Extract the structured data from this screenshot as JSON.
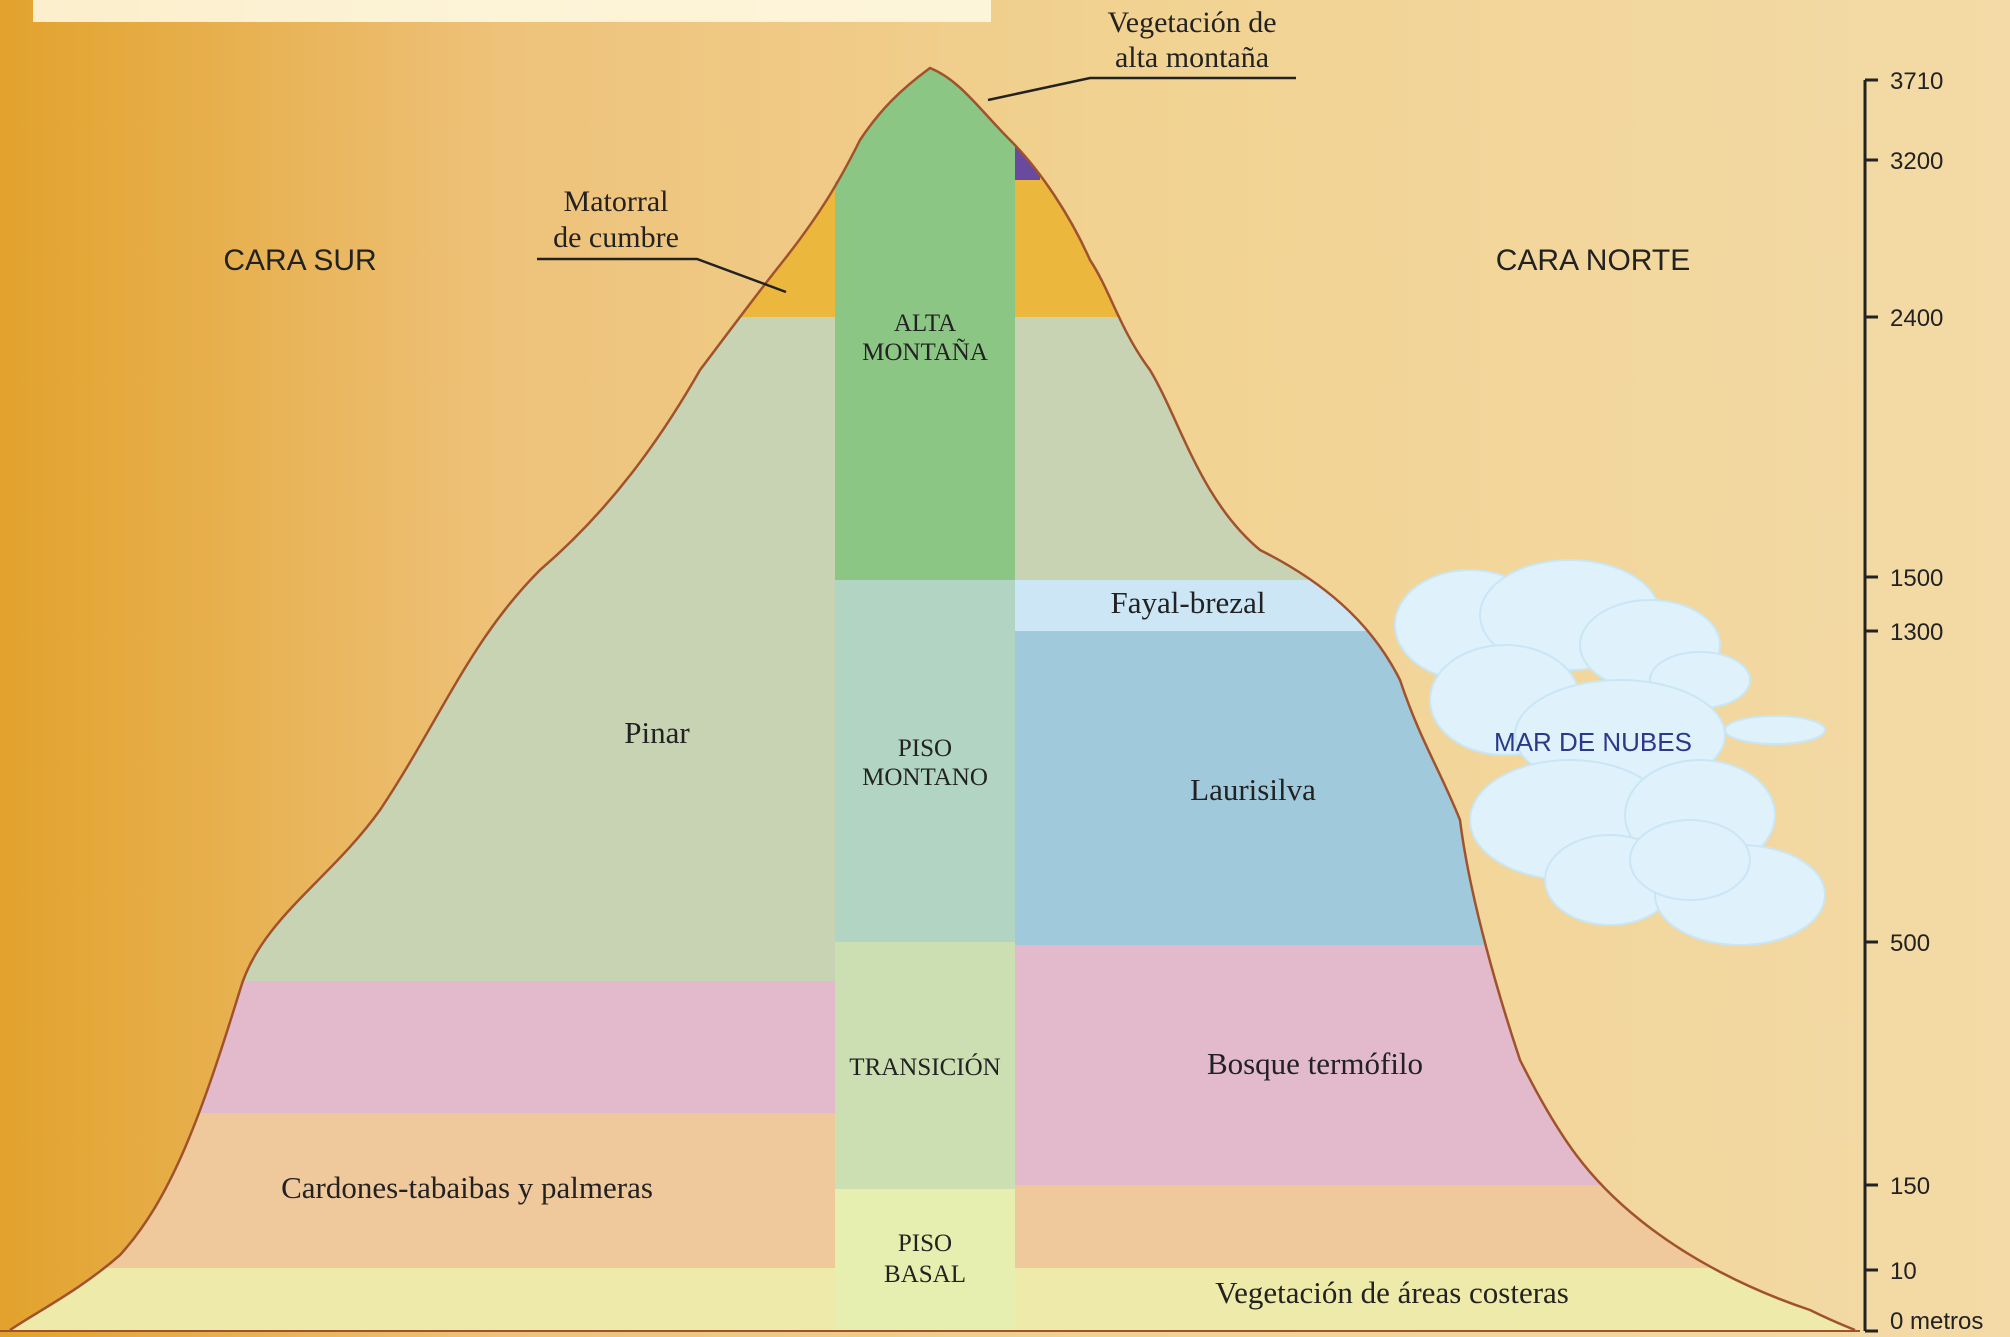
{
  "colors": {
    "background_left": "#e2a22c",
    "background_right": "#f3daa6",
    "mountain_outline": "#a0522d",
    "matorral": "#ecb73d",
    "vegetacion_alta_montana": "#6a4a9e",
    "pinar": "#c8d3b3",
    "fayal_brezal": "#cde6f6",
    "laurisilva": "#a1c9dc",
    "bosque_termofilo": "#e2bacb",
    "cardones": "#efc89c",
    "costeras": "#eeeaaa",
    "piso_alta_montana": "#8cc684",
    "piso_montano": "#b2d4c3",
    "piso_transicion": "#cbdfb3",
    "piso_basal": "#e7efb0",
    "clouds": "#dff1fb",
    "mar_de_nubes_text": "#2a3a8a"
  },
  "faces": {
    "south": "CARA SUR",
    "north": "CARA NORTE"
  },
  "zones": {
    "alta_montana_veg_line1": "Vegetación de",
    "alta_montana_veg_line2": "alta montaña",
    "matorral_line1": "Matorral",
    "matorral_line2": "de cumbre",
    "pinar": "Pinar",
    "fayal_brezal": "Fayal-brezal",
    "laurisilva": "Laurisilva",
    "bosque_termofilo": "Bosque termófilo",
    "cardones": "Cardones-tabaibas y palmeras",
    "costeras": "Vegetación de áreas costeras"
  },
  "pisos": {
    "alta_montana_line1": "ALTA",
    "alta_montana_line2": "MONTAÑA",
    "montano_line1": "PISO",
    "montano_line2": "MONTANO",
    "transicion": "TRANSICIÓN",
    "basal_line1": "PISO",
    "basal_line2": "BASAL"
  },
  "clouds_label": "MAR DE NUBES",
  "altitude_scale": {
    "ticks": [
      "3710",
      "3200",
      "2400",
      "1500",
      "1300",
      "500",
      "150",
      "10",
      "0 metros"
    ]
  }
}
